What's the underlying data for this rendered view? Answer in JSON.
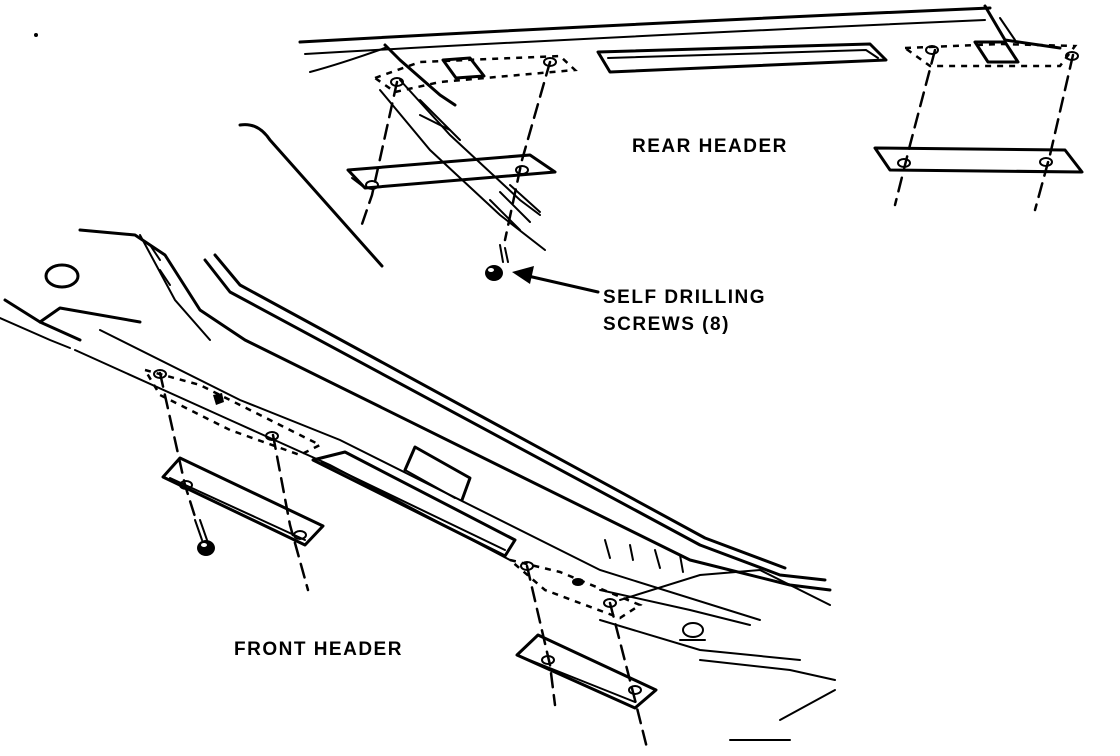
{
  "labels": {
    "rear_header": "REAR HEADER",
    "self_drilling_line1": "SELF DRILLING",
    "self_drilling_line2": "SCREWS (8)",
    "front_header": "FRONT HEADER"
  }
}
